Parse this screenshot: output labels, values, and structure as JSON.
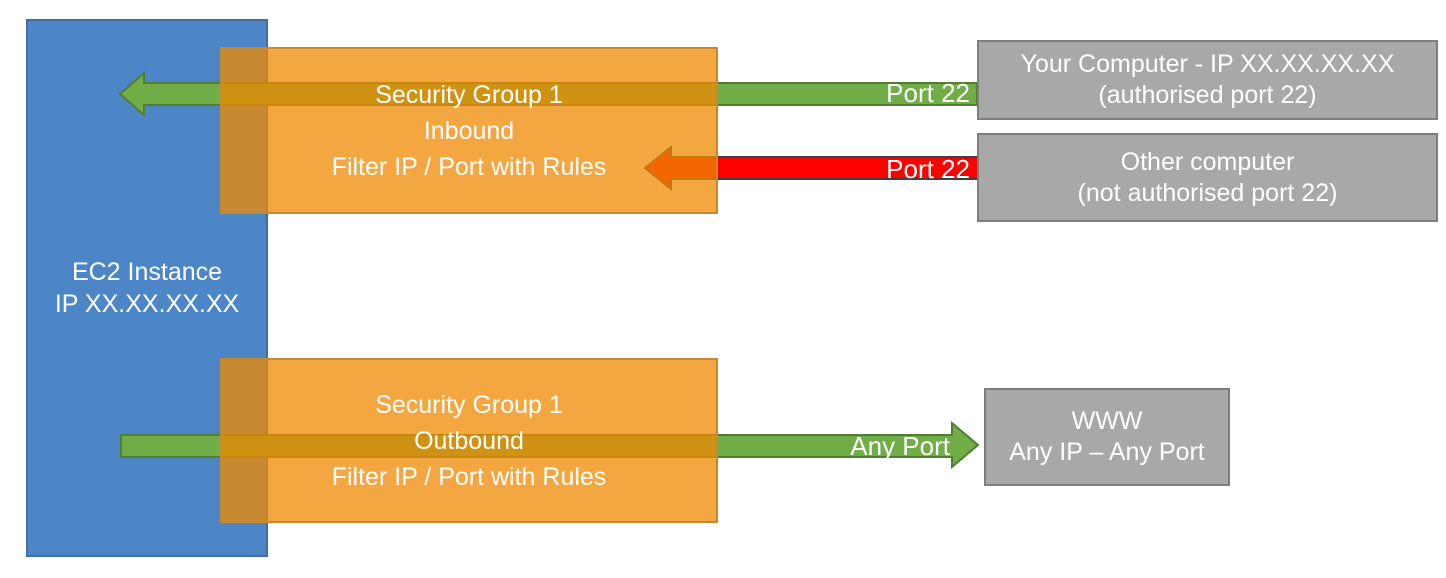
{
  "diagram": {
    "description": "EC2 security group inbound/outbound traffic filtering diagram"
  },
  "colors": {
    "ec2_blue": "#4C86C7",
    "ec2_blue_border": "#3D6FA3",
    "security_group_orange": "#F0A640",
    "security_group_orange_border": "#C6892E",
    "allowed_green": "#70AD47",
    "allowed_green_border": "#507E32",
    "blocked_red": "#FF0000",
    "blocked_red_border": "#404040",
    "endpoint_gray": "#A8A8A8",
    "endpoint_gray_border": "#7E7E7E",
    "text_white": "#FFFFFF"
  },
  "ec2": {
    "line1": "EC2 Instance",
    "line2": "IP XX.XX.XX.XX"
  },
  "inbound_group": {
    "line1": "Security Group 1",
    "line2": "Inbound",
    "line3": "Filter IP / Port with Rules"
  },
  "outbound_group": {
    "line1": "Security Group 1",
    "line2": "Outbound",
    "line3": "Filter IP / Port with Rules"
  },
  "endpoints": {
    "your_computer": {
      "line1": "Your Computer - IP XX.XX.XX.XX",
      "line2": "(authorised port 22)"
    },
    "other_computer": {
      "line1": "Other computer",
      "line2": "(not authorised port 22)"
    },
    "www": {
      "line1": "WWW",
      "line2": "Any IP – Any Port"
    }
  },
  "arrows": {
    "inbound_allowed_label": "Port 22",
    "inbound_blocked_label": "Port 22",
    "outbound_label": "Any Port"
  }
}
